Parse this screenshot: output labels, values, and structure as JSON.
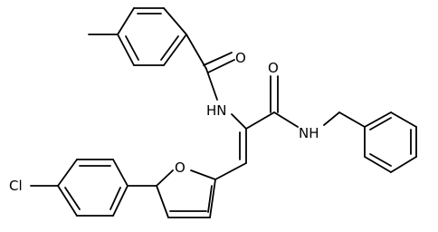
{
  "structure": {
    "description_type": "skeletal-formula",
    "colors": {
      "bond": "#000000",
      "label": "#000000",
      "background": "#ffffff"
    },
    "atom_labels": {
      "amide_oxygen_top": "O",
      "amide_nitrogen_left": "HN",
      "amide_oxygen_right": "O",
      "amide_nitrogen_right": "NH",
      "furan_oxygen": "O",
      "chlorine": "Cl"
    }
  }
}
